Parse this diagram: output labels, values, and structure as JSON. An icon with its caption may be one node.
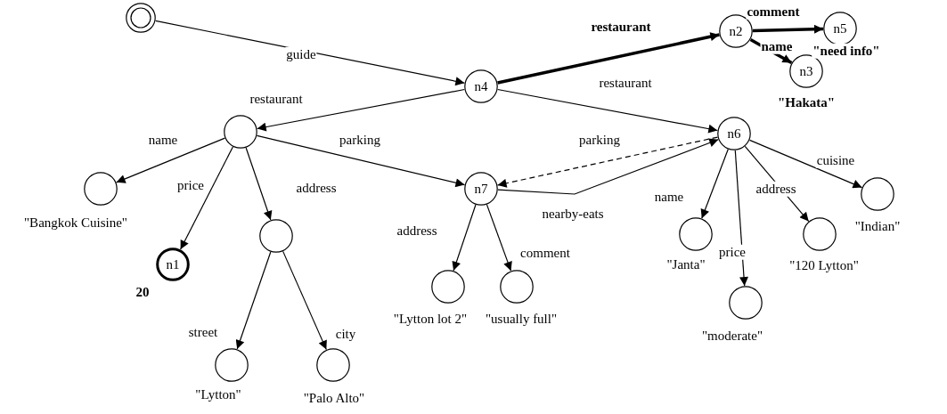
{
  "diagram": {
    "nodes": [
      {
        "text": [],
        "shape": "circle"
      },
      {
        "text": [
          "n4"
        ]
      },
      {
        "text": [
          "n2"
        ]
      },
      {
        "text": [
          "n5"
        ],
        "beside": [
          "\"need info\""
        ]
      },
      {
        "text": [
          "n3"
        ],
        "beside": [
          "\"Hakata\""
        ]
      },
      {
        "text": [],
        "shape": "circle"
      },
      {
        "text": [
          "n6"
        ]
      },
      {
        "text": [],
        "shape": "circle",
        "beside": [
          "\"Bangkok Cuisine\""
        ]
      },
      {
        "text": [
          "n1"
        ],
        "beside": [
          "20"
        ]
      },
      {
        "text": [],
        "shape": "circle"
      },
      {
        "text": [
          "n7"
        ]
      },
      {
        "text": [],
        "shape": "circle",
        "beside": [
          "\"Lytton\""
        ]
      },
      {
        "text": [],
        "shape": "circle",
        "beside": [
          "\"Palo Alto\""
        ]
      },
      {
        "text": [],
        "shape": "circle",
        "beside": [
          "\"Lytton lot 2\""
        ]
      },
      {
        "text": [],
        "shape": "circle",
        "beside": [
          "\"usually full\""
        ]
      },
      {
        "text": [],
        "shape": "circle",
        "beside": [
          "\"Janta\""
        ]
      },
      {
        "text": [],
        "shape": "circle",
        "beside": [
          "\"moderate\""
        ]
      },
      {
        "text": [],
        "shape": "circle",
        "beside": [
          "\"120 Lytton\""
        ]
      },
      {
        "text": [],
        "shape": "circle",
        "beside": [
          "\"Indian\""
        ]
      }
    ],
    "edges": [
      {
        "from": 0,
        "to": 1,
        "arrow": "to",
        "label": "guide"
      },
      {
        "from": 1,
        "to": 2,
        "arrow": "to",
        "label": "restaurant",
        "style": "thick"
      },
      {
        "from": 2,
        "to": 3,
        "arrow": "to",
        "label": "comment",
        "style": "thick"
      },
      {
        "from": 2,
        "to": 4,
        "arrow": "to",
        "label": "name",
        "style": "thick"
      },
      {
        "from": 1,
        "to": 5,
        "arrow": "to",
        "label": "restaurant"
      },
      {
        "from": 1,
        "to": 6,
        "arrow": "to",
        "label": "restaurant"
      },
      {
        "from": 5,
        "to": 7,
        "arrow": "to",
        "label": "name"
      },
      {
        "from": 5,
        "to": 8,
        "arrow": "to",
        "label": "price"
      },
      {
        "from": 5,
        "to": 9,
        "arrow": "to",
        "label": "address"
      },
      {
        "from": 5,
        "to": 10,
        "arrow": "to",
        "label": "parking"
      },
      {
        "from": 9,
        "to": 11,
        "arrow": "to",
        "label": "street"
      },
      {
        "from": 9,
        "to": 12,
        "arrow": "to",
        "label": "city"
      },
      {
        "from": 10,
        "to": 13,
        "arrow": "to",
        "label": "address"
      },
      {
        "from": 10,
        "to": 14,
        "arrow": "to",
        "label": "comment"
      },
      {
        "from": 6,
        "to": 10,
        "arrow": "to",
        "label": "parking",
        "style": "dashed"
      },
      {
        "from": 10,
        "to": 6,
        "arrow": "to",
        "label": "nearby-eats"
      },
      {
        "from": 6,
        "to": 15,
        "arrow": "to",
        "label": "name"
      },
      {
        "from": 6,
        "to": 16,
        "arrow": "to",
        "label": "price"
      },
      {
        "from": 6,
        "to": 17,
        "arrow": "to",
        "label": "address"
      },
      {
        "from": 6,
        "to": 18,
        "arrow": "to",
        "label": "cuisine"
      }
    ]
  }
}
